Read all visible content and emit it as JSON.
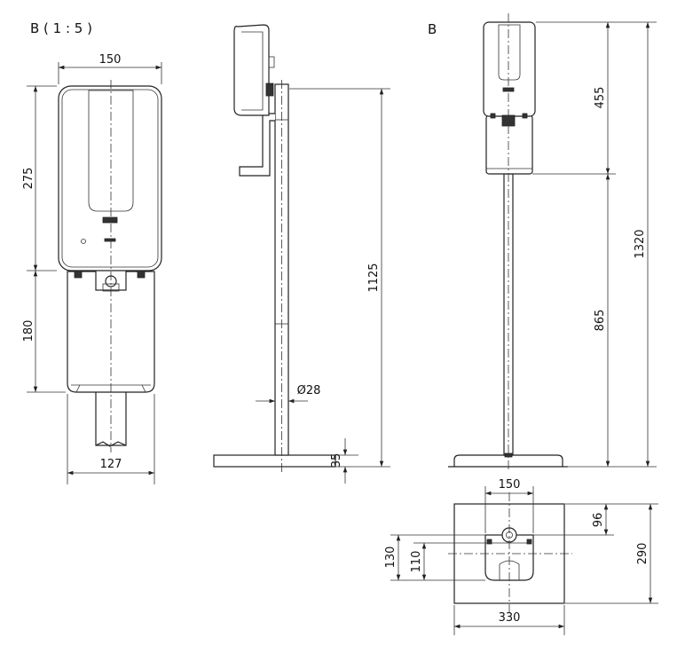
{
  "labels": {
    "scale_label": "B ( 1 : 5 )",
    "view_b": "B"
  },
  "dimensions": {
    "front_width": "150",
    "front_height_upper": "275",
    "front_height_lower": "180",
    "front_bottom_width": "127",
    "side_height": "1125",
    "pole_diameter": "Ø28",
    "base_thickness": "35",
    "b_upper": "455",
    "b_total": "1320",
    "b_lower": "865",
    "plan_top_width": "150",
    "plan_offset": "96",
    "plan_depth": "290",
    "plan_130": "130",
    "plan_110": "110",
    "plan_width": "330"
  }
}
